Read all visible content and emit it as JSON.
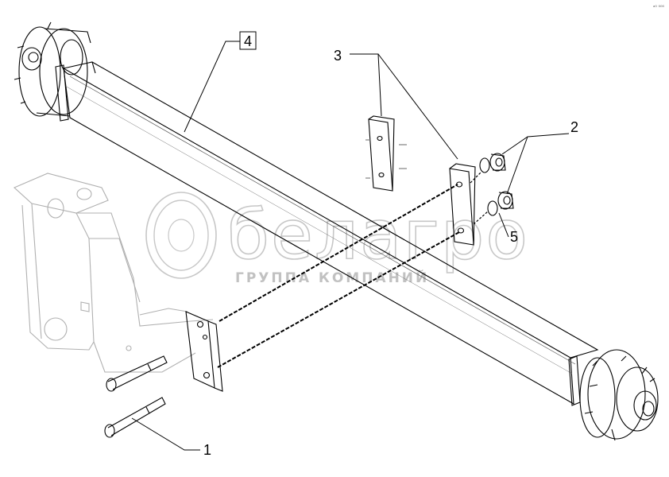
{
  "corner_code": "ᵃ⁰ ⁰⁰⁰",
  "watermark": {
    "brand": "белагро",
    "subtitle": "ГРУППА КОМПАНИЙ"
  },
  "callouts": [
    {
      "id": "1",
      "label": "1",
      "boxed": false
    },
    {
      "id": "2",
      "label": "2",
      "boxed": false
    },
    {
      "id": "3",
      "label": "3",
      "boxed": false
    },
    {
      "id": "4",
      "label": "4",
      "boxed": true
    },
    {
      "id": "5",
      "label": "5",
      "boxed": false
    }
  ]
}
